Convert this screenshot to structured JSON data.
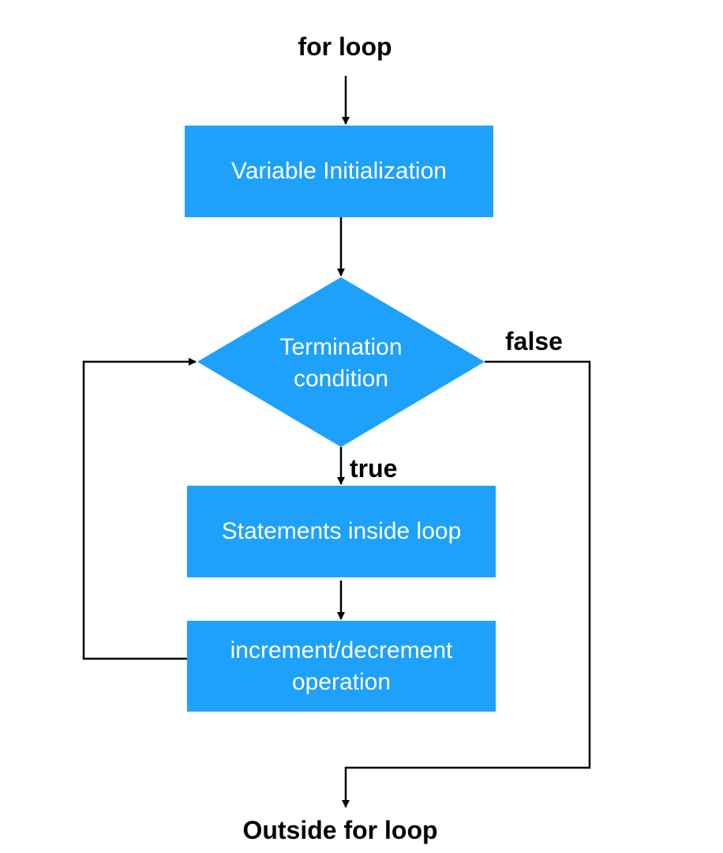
{
  "flowchart": {
    "start_label": "for loop",
    "end_label": "Outside for loop",
    "nodes": {
      "init": "Variable Initialization",
      "condition": "Termination\ncondition",
      "statements": "Statements inside loop",
      "increment": "increment/decrement\noperation"
    },
    "edges": {
      "true_label": "true",
      "false_label": "false"
    },
    "colors": {
      "node_fill": "#1ea1fb",
      "node_text": "#ffffff",
      "arrow": "#000000"
    }
  }
}
